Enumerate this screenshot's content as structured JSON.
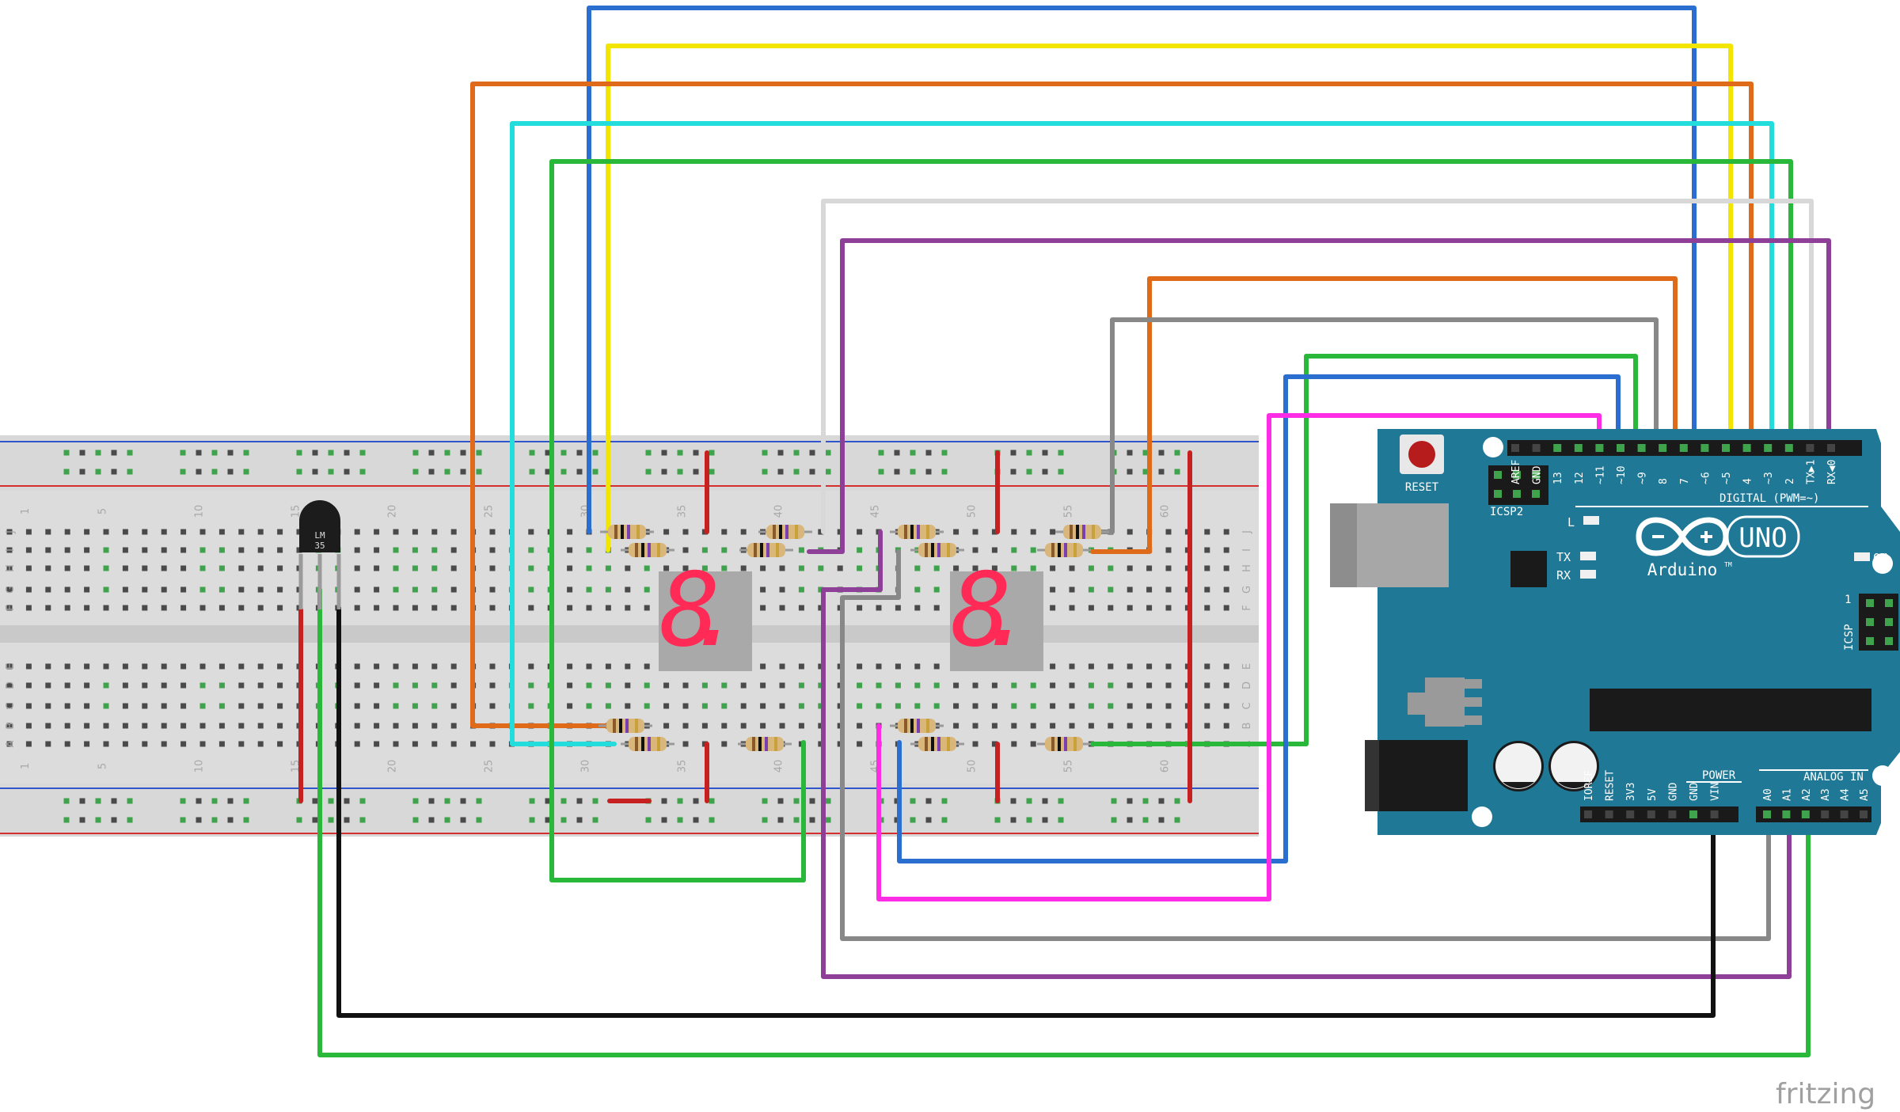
{
  "breadboard": {
    "row_numbers": [
      "1",
      "5",
      "10",
      "15",
      "20",
      "25",
      "30",
      "35",
      "40",
      "45",
      "50",
      "55",
      "60"
    ],
    "row_letters_top": [
      "J",
      "I",
      "H",
      "G",
      "F"
    ],
    "row_letters_bottom": [
      "E",
      "D",
      "C",
      "B",
      "A"
    ]
  },
  "sensor": {
    "label_line1": "LM",
    "label_line2": "35"
  },
  "display": {
    "digit": "8."
  },
  "arduino": {
    "reset_label": "RESET",
    "icsp2_label": "ICSP2",
    "icsp_label": "ICSP",
    "icsp_pin1": "1",
    "led_l": "L",
    "led_tx": "TX",
    "led_rx": "RX",
    "on_label": "ON",
    "model": "UNO",
    "brand": "Arduino",
    "brand_tm": "TM",
    "digital_label": "DIGITAL (PWM=~)",
    "power_label": "POWER",
    "analog_label": "ANALOG IN",
    "digital_pins": [
      "AREF",
      "GND",
      "13",
      "12",
      "~11",
      "~10",
      "~9",
      "8",
      "7",
      "~6",
      "~5",
      "4",
      "~3",
      "2",
      "TX▶1",
      "RX◀0"
    ],
    "power_pins": [
      "IOREF",
      "RESET",
      "3V3",
      "5V",
      "GND",
      "GND",
      "VIN"
    ],
    "analog_pins": [
      "A0",
      "A1",
      "A2",
      "A3",
      "A4",
      "A5"
    ]
  },
  "footer": {
    "brand": "fritzing"
  },
  "colors": {
    "board": "#1f7896",
    "board_dark": "#175a72",
    "segment": "#ff2a55",
    "display_body": "#a9a9a9",
    "breadboard": "#dcdcdc",
    "rail_red": "#d32f2f",
    "rail_blue": "#3355cc"
  }
}
